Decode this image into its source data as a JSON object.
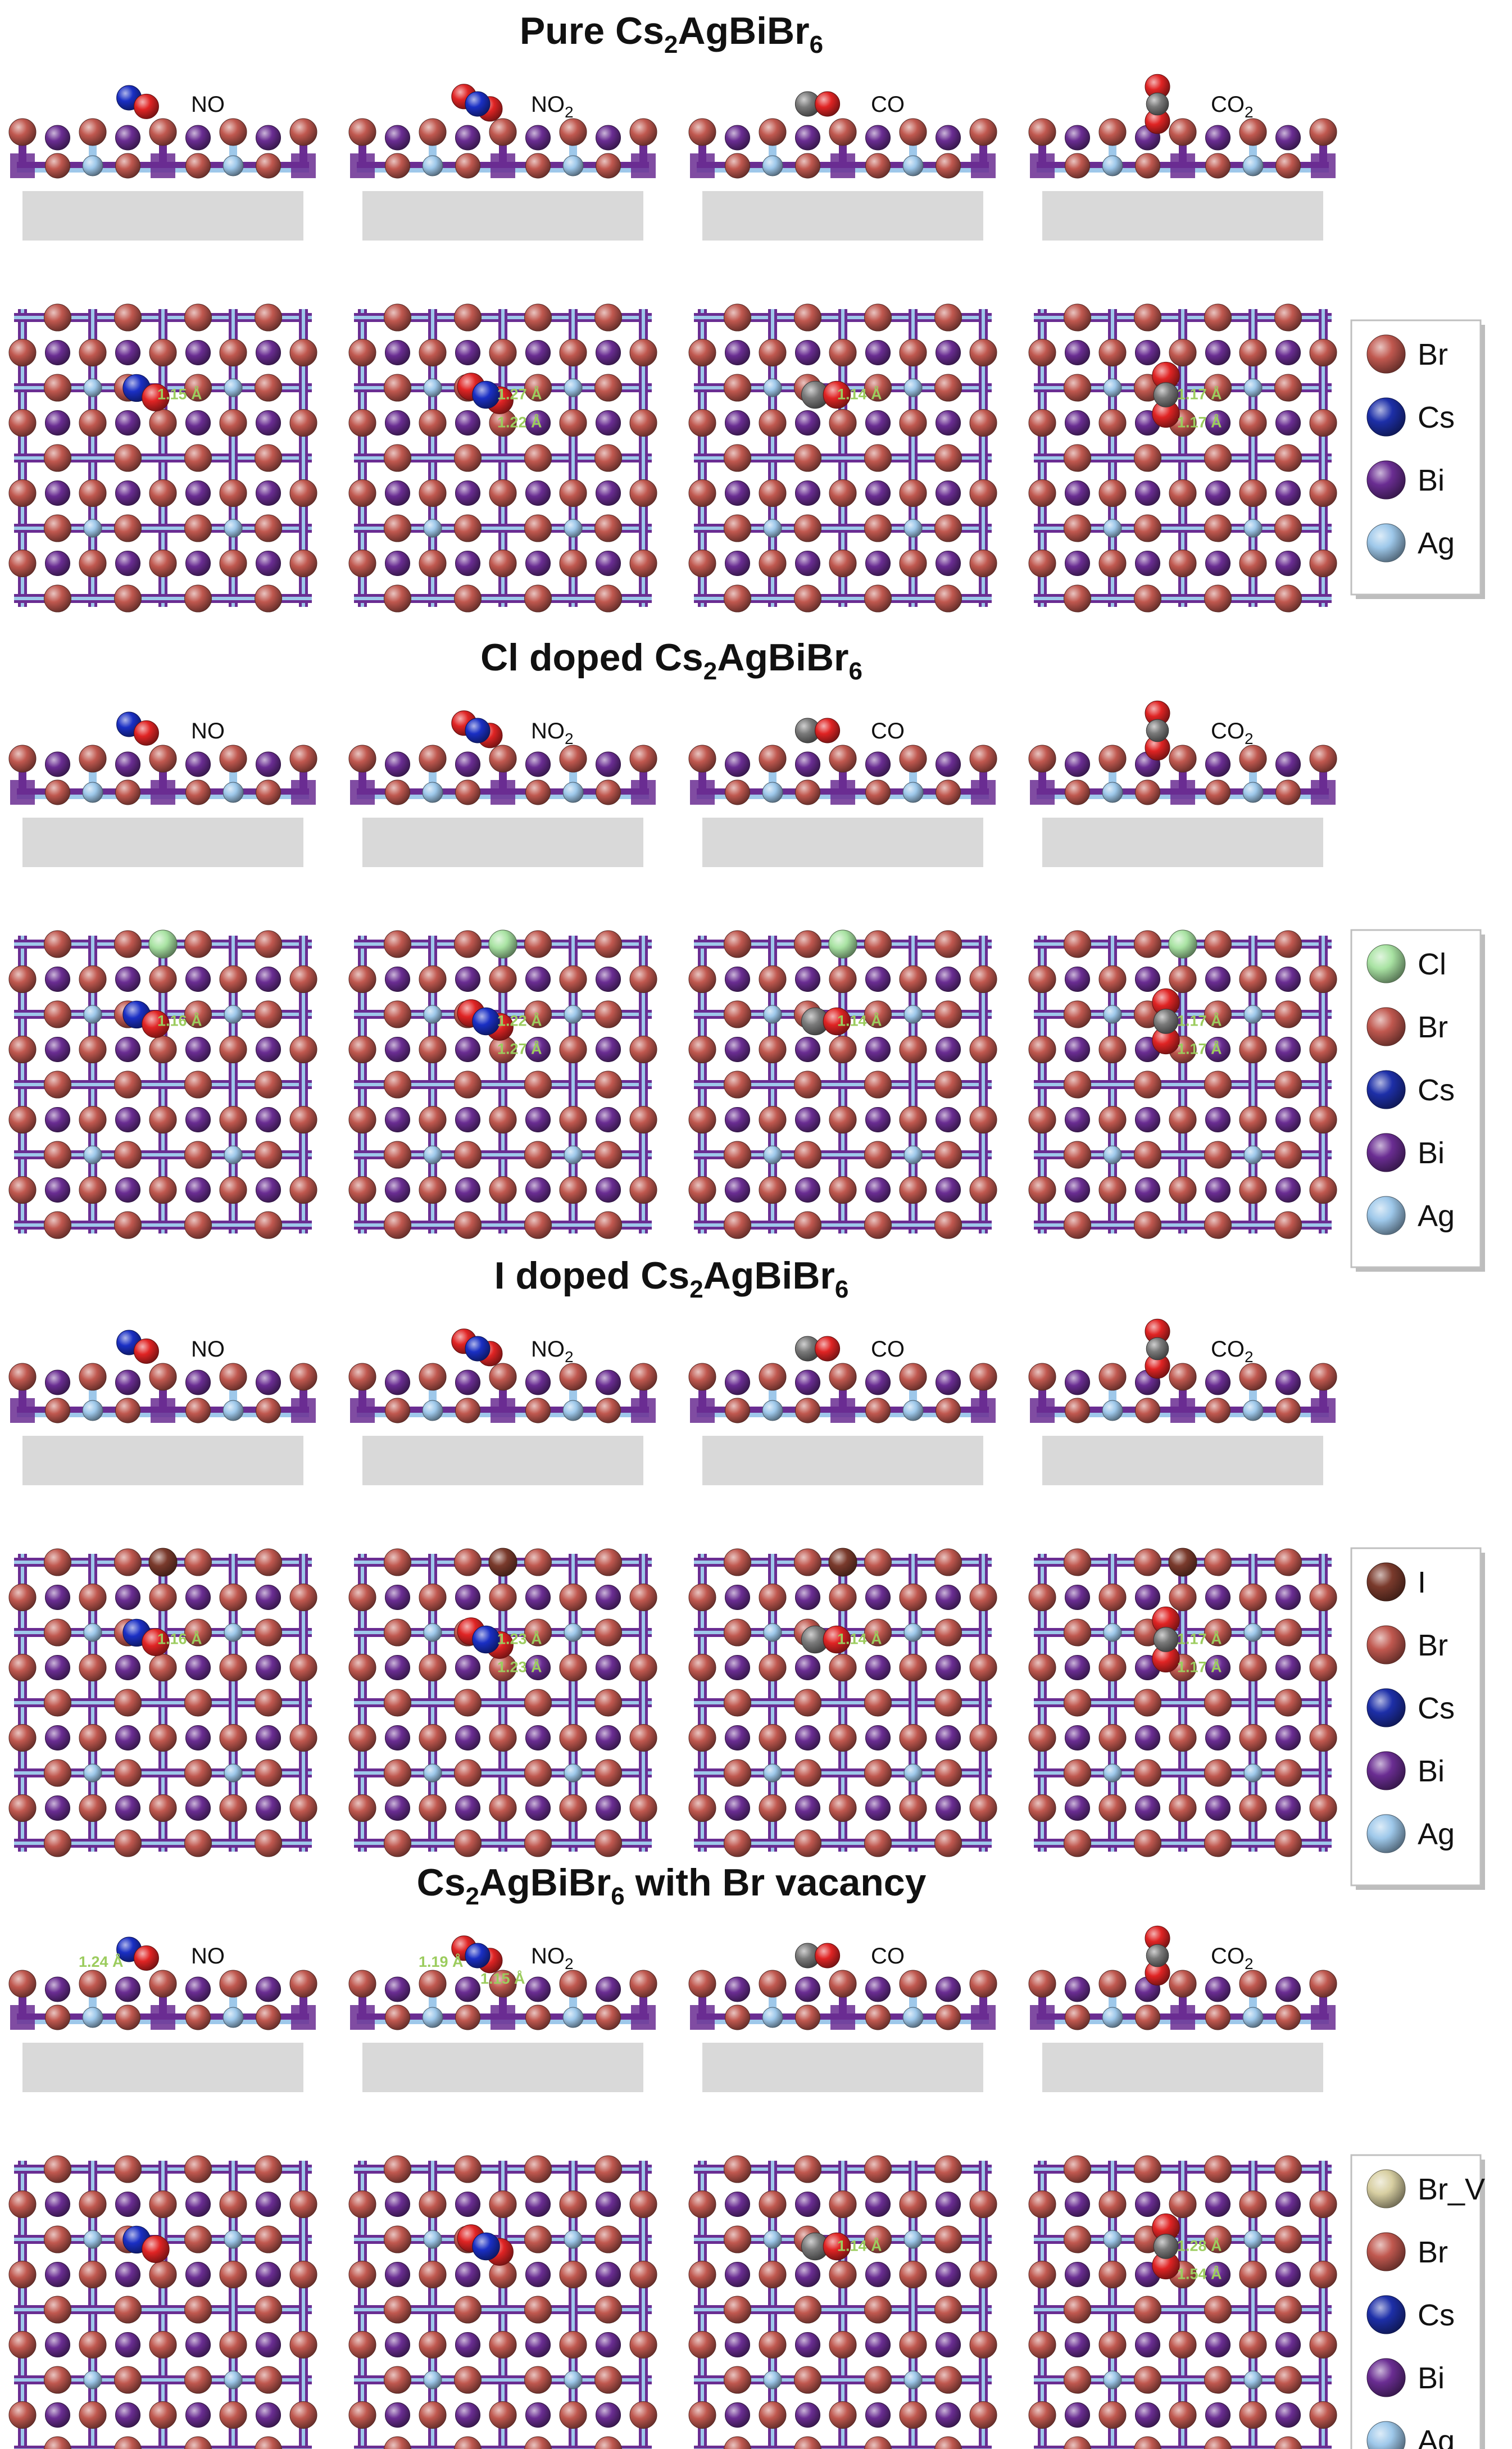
{
  "colors": {
    "Br": "#c0584f",
    "Cs": "#1d2fa8",
    "Bi": "#6a2d92",
    "Ag": "#9ec8ea",
    "Cl": "#a9e3a3",
    "I": "#7a3a2c",
    "O": "#e02424",
    "C": "#7a7a7a",
    "N": "#1a2fc4",
    "Br_V": "#d8cfa2",
    "slab": "#d9d9d9",
    "bondLabel": "#9ccc5e"
  },
  "panels": [
    {
      "title": "Pure Cs",
      "title_sub1": "2",
      "title_mid": "AgBiBr",
      "title_sub2": "6",
      "title_suffix": "",
      "legend": [
        "Br",
        "Cs",
        "Bi",
        "Ag"
      ],
      "columns": [
        {
          "molecule": "NO",
          "sub": "",
          "bond_labels": [
            "1.15 Å"
          ]
        },
        {
          "molecule": "NO",
          "sub": "2",
          "bond_labels": [
            "1.27 Å",
            "1.22 Å"
          ]
        },
        {
          "molecule": "CO",
          "sub": "",
          "bond_labels": [
            "1.14 Å"
          ]
        },
        {
          "molecule": "CO",
          "sub": "2",
          "bond_labels": [
            "1.17 Å",
            "1.17 Å"
          ]
        }
      ]
    },
    {
      "title": "Cl doped Cs",
      "title_sub1": "2",
      "title_mid": "AgBiBr",
      "title_sub2": "6",
      "title_suffix": "",
      "legend": [
        "Cl",
        "Br",
        "Cs",
        "Bi",
        "Ag"
      ],
      "columns": [
        {
          "molecule": "NO",
          "sub": "",
          "bond_labels": [
            "1.16 Å"
          ]
        },
        {
          "molecule": "NO",
          "sub": "2",
          "bond_labels": [
            "1.22 Å",
            "1.27 Å"
          ]
        },
        {
          "molecule": "CO",
          "sub": "",
          "bond_labels": [
            "1.14 Å"
          ]
        },
        {
          "molecule": "CO",
          "sub": "2",
          "bond_labels": [
            "1.17 Å",
            "1.17 Å"
          ]
        }
      ]
    },
    {
      "title": "I doped Cs",
      "title_sub1": "2",
      "title_mid": "AgBiBr",
      "title_sub2": "6",
      "title_suffix": "",
      "legend": [
        "I",
        "Br",
        "Cs",
        "Bi",
        "Ag"
      ],
      "columns": [
        {
          "molecule": "NO",
          "sub": "",
          "bond_labels": [
            "1.16 Å"
          ]
        },
        {
          "molecule": "NO",
          "sub": "2",
          "bond_labels": [
            "1.23 Å",
            "1.23 Å"
          ]
        },
        {
          "molecule": "CO",
          "sub": "",
          "bond_labels": [
            "1.14 Å"
          ]
        },
        {
          "molecule": "CO",
          "sub": "2",
          "bond_labels": [
            "1.17 Å",
            "1.17 Å"
          ]
        }
      ]
    },
    {
      "title": "Cs",
      "title_sub1": "2",
      "title_mid": "AgBiBr",
      "title_sub2": "6",
      "title_suffix": " with Br vacancy",
      "legend": [
        "Br_V",
        "Br",
        "Cs",
        "Bi",
        "Ag"
      ],
      "columns": [
        {
          "molecule": "NO",
          "sub": "",
          "side_labels": [
            "1.24 Å"
          ],
          "bond_labels": []
        },
        {
          "molecule": "NO",
          "sub": "2",
          "side_labels": [
            "1.19 Å",
            "1.15 Å"
          ],
          "bond_labels": []
        },
        {
          "molecule": "CO",
          "sub": "",
          "bond_labels": [
            "1.14 Å"
          ]
        },
        {
          "molecule": "CO",
          "sub": "2",
          "bond_labels": [
            "1.28 Å",
            "1.54 Å"
          ]
        }
      ]
    }
  ]
}
